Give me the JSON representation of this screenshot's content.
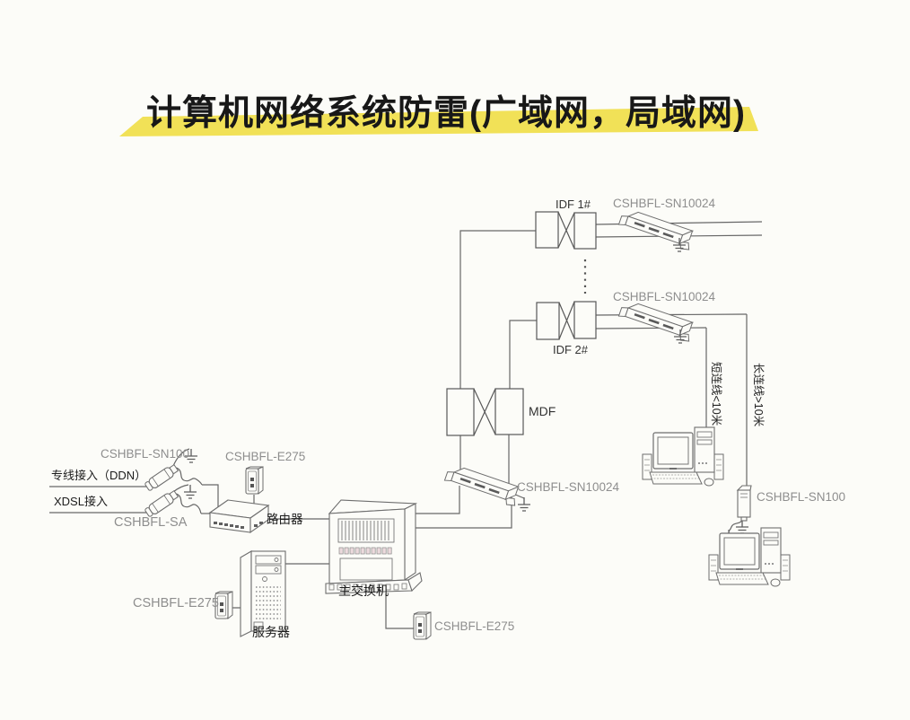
{
  "title": {
    "text": "计算机网络系统防雷(广域网，局域网)"
  },
  "colors": {
    "band_yellow": "#f1e157",
    "line_gray": "#666666",
    "label_gray": "#8e8e8e",
    "label_dark": "#333333",
    "paper": "#fcfcf8"
  },
  "labels": {
    "idf1": "IDF 1#",
    "idf2": "IDF 2#",
    "mdf": "MDF",
    "sn10024_top": "CSHBFL-SN10024",
    "sn10024_mid": "CSHBFL-SN10024",
    "sn10024_bottom": "CSHBFL-SN10024",
    "sn100_left": "CSHBFL-SN100",
    "sn100_right": "CSHBFL-SN100",
    "sa": "CSHBFL-SA",
    "e275_router": "CSHBFL-E275",
    "e275_server": "CSHBFL-E275",
    "e275_switch": "CSHBFL-E275",
    "ddn_access": "专线接入（DDN）",
    "xdsl_access": "XDSL接入",
    "short_line": "短连线<10米",
    "long_line": "长连线>10米",
    "router": "路由器",
    "main_switch": "主交换机",
    "server": "服务器"
  }
}
